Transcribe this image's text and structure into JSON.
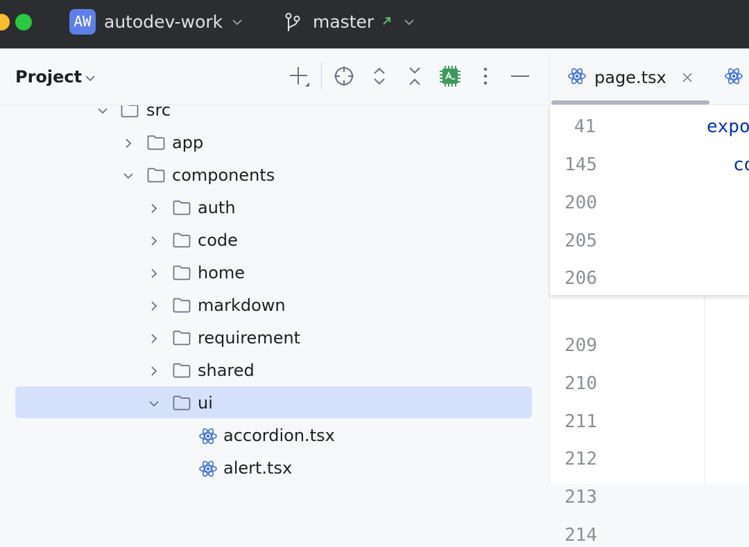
{
  "titlebar": {
    "project_badge": "AW",
    "project_name": "autodev-work",
    "branch_name": "master",
    "colors": {
      "background": "#2b2d30",
      "badge": "#5f7fe8",
      "branch_arrow": "#5fb865"
    }
  },
  "project_panel": {
    "title": "Project",
    "toolbar_icons": [
      "new-file-icon",
      "locate-icon",
      "expand-all-icon",
      "collapse-all-icon",
      "plugin-chip-icon",
      "more-options-icon",
      "hide-panel-icon"
    ],
    "tree": [
      {
        "name": "src",
        "type": "folder",
        "expanded": true,
        "depth": 0
      },
      {
        "name": "app",
        "type": "folder",
        "expanded": false,
        "depth": 1
      },
      {
        "name": "components",
        "type": "folder",
        "expanded": true,
        "depth": 1
      },
      {
        "name": "auth",
        "type": "folder",
        "expanded": false,
        "depth": 2
      },
      {
        "name": "code",
        "type": "folder",
        "expanded": false,
        "depth": 2
      },
      {
        "name": "home",
        "type": "folder",
        "expanded": false,
        "depth": 2
      },
      {
        "name": "markdown",
        "type": "folder",
        "expanded": false,
        "depth": 2
      },
      {
        "name": "requirement",
        "type": "folder",
        "expanded": false,
        "depth": 2
      },
      {
        "name": "shared",
        "type": "folder",
        "expanded": false,
        "depth": 2
      },
      {
        "name": "ui",
        "type": "folder",
        "expanded": true,
        "depth": 2,
        "selected": true
      },
      {
        "name": "accordion.tsx",
        "type": "react-file",
        "depth": 3
      },
      {
        "name": "alert.tsx",
        "type": "react-file",
        "depth": 3
      }
    ],
    "selection_color": "#d5e1fb"
  },
  "editor": {
    "tabs": [
      {
        "label": "page.tsx",
        "icon": "react-icon",
        "active": true
      },
      {
        "label": "",
        "icon": "react-icon",
        "active": false
      }
    ],
    "sticky_lines": [
      {
        "number": "41",
        "code": "expo"
      },
      {
        "number": "145",
        "code": "co"
      },
      {
        "number": "200",
        "code": ""
      },
      {
        "number": "205",
        "code": ""
      },
      {
        "number": "206",
        "code": ""
      }
    ],
    "line_numbers": [
      "209",
      "210",
      "211",
      "212",
      "213",
      "214"
    ],
    "colors": {
      "keyword": "#0033b3",
      "line_number": "#8c8f96"
    }
  }
}
